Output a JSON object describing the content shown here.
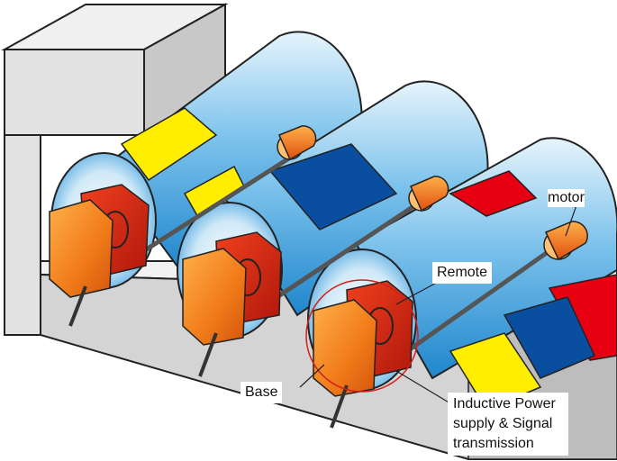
{
  "labels": {
    "motor": "motor",
    "remote": "Remote",
    "base": "Base",
    "inductive_line1": "Inductive Power",
    "inductive_line2": "supply & Signal",
    "inductive_line3": "transmission"
  },
  "colors": {
    "roller_light": "#d8eef8",
    "roller_mid": "#4aa8df",
    "roller_dark": "#1a7fc4",
    "band_yellow": "#ffee00",
    "band_blue": "#0a4ea0",
    "band_red": "#e60012",
    "module_orange": "#f07a18",
    "module_red": "#c81e0f",
    "highlight_circle": "#d4201a",
    "machine_grey": "#d7d7d7"
  }
}
